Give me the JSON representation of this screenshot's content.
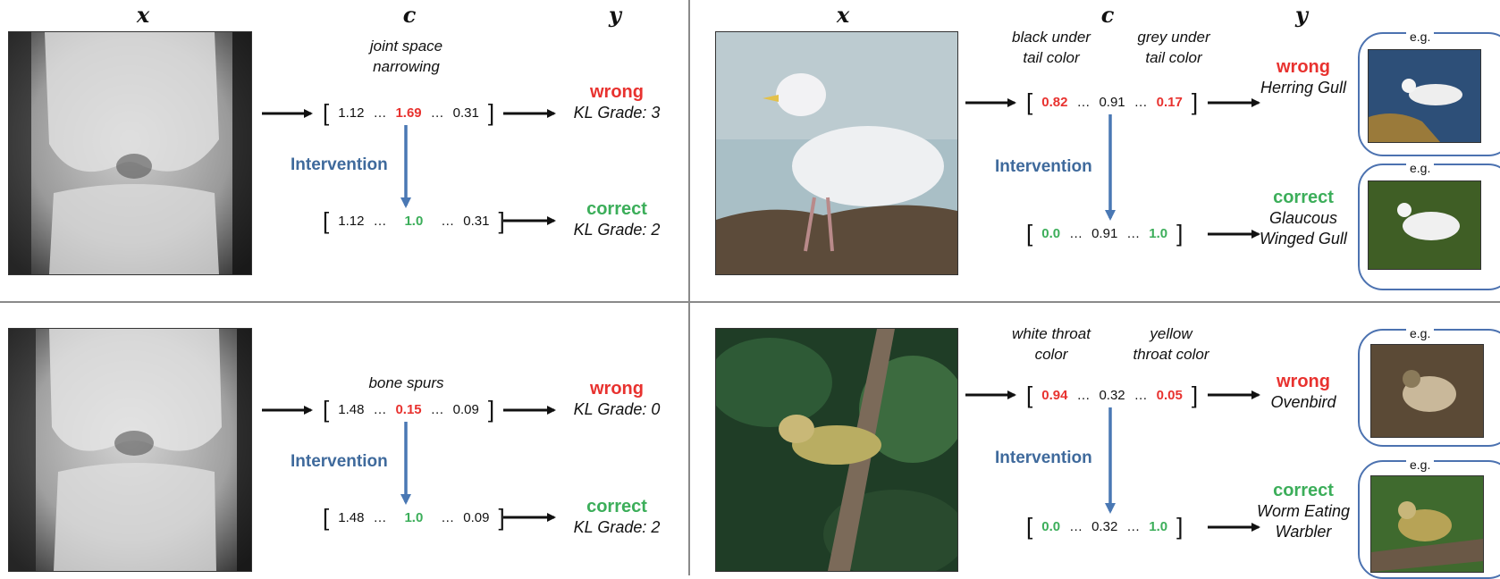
{
  "headers": {
    "x": "x",
    "c": "c",
    "y": "y"
  },
  "panels": {
    "tl": {
      "concept_labels": [
        "joint space narrowing"
      ],
      "vector_before": {
        "values": [
          "1.12",
          "1.69",
          "0.31"
        ],
        "highlight_index": 1
      },
      "vector_after": {
        "values": [
          "1.12",
          "1.0",
          "0.31"
        ],
        "highlight_index": 1
      },
      "intervention": "Intervention",
      "pred_before": {
        "status": "wrong",
        "label": "KL Grade: 3"
      },
      "pred_after": {
        "status": "correct",
        "label": "KL Grade: 2"
      }
    },
    "bl": {
      "concept_labels": [
        "bone spurs"
      ],
      "vector_before": {
        "values": [
          "1.48",
          "0.15",
          "0.09"
        ],
        "highlight_index": 1
      },
      "vector_after": {
        "values": [
          "1.48",
          "1.0",
          "0.09"
        ],
        "highlight_index": 1
      },
      "intervention": "Intervention",
      "pred_before": {
        "status": "wrong",
        "label": "KL Grade: 0"
      },
      "pred_after": {
        "status": "correct",
        "label": "KL Grade: 2"
      }
    },
    "tr": {
      "concept_labels": [
        "black under tail color",
        "grey under tail color"
      ],
      "vector_before": {
        "values": [
          "0.82",
          "0.91",
          "0.17"
        ]
      },
      "vector_after": {
        "values": [
          "0.0",
          "0.91",
          "1.0"
        ]
      },
      "intervention": "Intervention",
      "pred_before": {
        "status": "wrong",
        "label": "Herring Gull"
      },
      "pred_after": {
        "status": "correct",
        "label": "Glaucous Winged Gull"
      },
      "example_label": "e.g."
    },
    "br": {
      "concept_labels": [
        "white throat color",
        "yellow throat color"
      ],
      "vector_before": {
        "values": [
          "0.94",
          "0.32",
          "0.05"
        ]
      },
      "vector_after": {
        "values": [
          "0.0",
          "0.32",
          "1.0"
        ]
      },
      "intervention": "Intervention",
      "pred_before": {
        "status": "wrong",
        "label": "Ovenbird"
      },
      "pred_after": {
        "status": "correct",
        "label": "Worm Eating Warbler"
      },
      "example_label": "e.g."
    }
  },
  "ellipsis": "…",
  "colors": {
    "wrong": "#e8322f",
    "correct": "#3cae5a",
    "intervention": "#3f6a9c",
    "arrow": "#111111"
  }
}
